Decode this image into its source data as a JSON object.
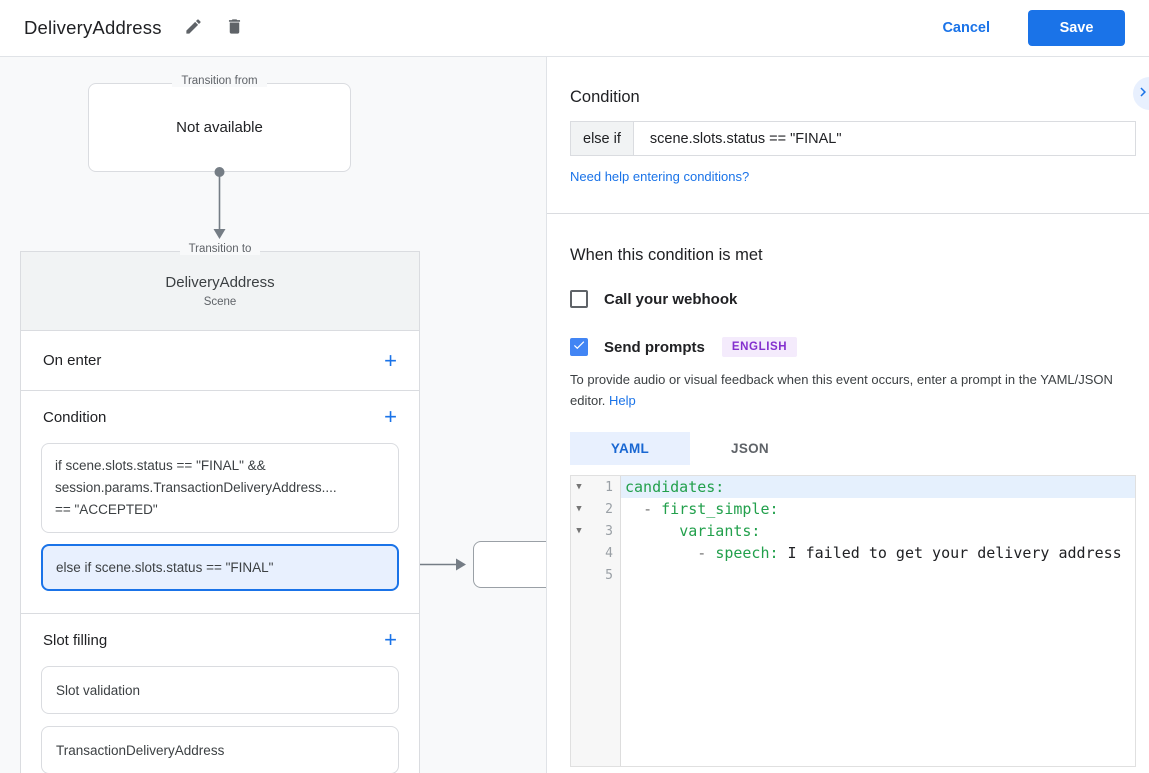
{
  "colors": {
    "accent_blue": "#1a73e8",
    "checkbox_blue": "#4285f4",
    "selected_condition_bg": "#e8f0fe",
    "selected_condition_border": "#1a73e8",
    "yaml_key_green": "#22a04c",
    "badge_purple_text": "#8430ce",
    "badge_purple_bg": "#f4ebfc",
    "canvas_bg": "#f8f9fa",
    "card_header_bg": "#f1f3f4"
  },
  "icons": {
    "plus": "+",
    "fold_arrow": "▼"
  },
  "header": {
    "title": "DeliveryAddress",
    "cancel_label": "Cancel",
    "save_label": "Save"
  },
  "flow": {
    "transition_from": {
      "label": "Transition from",
      "content": "Not available"
    },
    "scene_card": {
      "label": "Transition to",
      "title": "DeliveryAddress",
      "subtitle": "Scene",
      "on_enter_label": "On enter",
      "condition_section_label": "Condition",
      "condition_1": {
        "lines": [
          "if scene.slots.status == \"FINAL\" &&",
          "session.params.TransactionDeliveryAddress....",
          "== \"ACCEPTED\""
        ]
      },
      "condition_2": {
        "text": "else if scene.slots.status == \"FINAL\"",
        "selected": true
      },
      "slot_filling_label": "Slot filling",
      "slots": [
        {
          "label": "Slot validation"
        },
        {
          "label": "TransactionDeliveryAddress"
        }
      ]
    }
  },
  "panel": {
    "condition_heading": "Condition",
    "condition_prefix": "else if",
    "condition_value": "scene.slots.status == \"FINAL\"",
    "help_link": "Need help entering conditions?",
    "when_heading": "When this condition is met",
    "webhook": {
      "label": "Call your webhook",
      "checked": false
    },
    "prompts": {
      "label": "Send prompts",
      "checked": true,
      "badge": "ENGLISH"
    },
    "hint_text": "To provide audio or visual feedback when this event occurs, enter a prompt in the YAML/JSON editor.",
    "hint_link": "Help",
    "tabs": [
      {
        "label": "YAML",
        "active": true
      },
      {
        "label": "JSON",
        "active": false
      }
    ],
    "code": {
      "line_numbers": [
        "1",
        "2",
        "3",
        "4",
        "5"
      ],
      "lines": {
        "l1": {
          "key": "candidates:"
        },
        "l2": {
          "indent": "  ",
          "dash": "- ",
          "key": "first_simple:"
        },
        "l3": {
          "indent": "      ",
          "key": "variants:"
        },
        "l4": {
          "indent": "        ",
          "dash": "- ",
          "key": "speech:",
          "value": " I failed to get your delivery address"
        },
        "l5": {
          "text": ""
        }
      }
    }
  }
}
